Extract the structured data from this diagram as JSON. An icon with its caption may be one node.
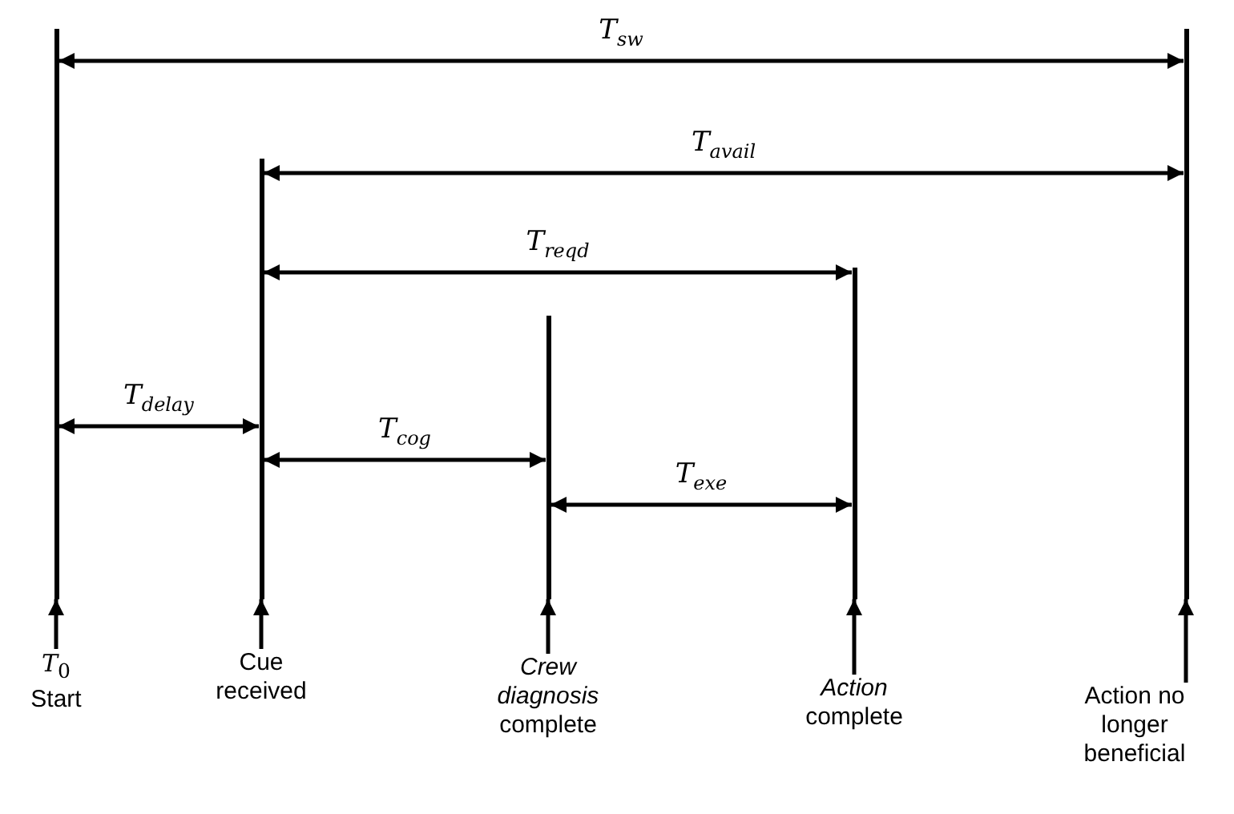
{
  "diagram": {
    "nodes": [
      {
        "text": [],
        "shape": "bar"
      },
      {
        "text": [],
        "shape": "bar"
      },
      {
        "text": [],
        "shape": "bar"
      },
      {
        "text": [],
        "shape": "bar"
      },
      {
        "text": [],
        "shape": "bar"
      },
      {
        "text": [
          "*T*$_{0}$",
          "Start"
        ]
      },
      {
        "text": [
          "Cue received"
        ]
      },
      {
        "text": [
          "*Crew diagnosis* complete"
        ]
      },
      {
        "text": [
          "*Action* complete"
        ]
      },
      {
        "text": [
          "Action no longer beneficial"
        ]
      }
    ],
    "edges": [
      {
        "from": 5,
        "to": 0,
        "arrow": "to"
      },
      {
        "from": 6,
        "to": 1,
        "arrow": "to"
      },
      {
        "from": 7,
        "to": 2,
        "arrow": "to"
      },
      {
        "from": 8,
        "to": 3,
        "arrow": "to"
      },
      {
        "from": 9,
        "to": 4,
        "arrow": "to"
      },
      {
        "from": 0,
        "to": 4,
        "arrow": "both",
        "label": "T$_{sw}$"
      },
      {
        "from": 1,
        "to": 4,
        "arrow": "both",
        "label": "T$_{avail}$"
      },
      {
        "from": 1,
        "to": 3,
        "arrow": "both",
        "label": "T$_{reqd}$"
      },
      {
        "from": 0,
        "to": 1,
        "arrow": "both",
        "label": "T$_{delay}$"
      },
      {
        "from": 1,
        "to": 2,
        "arrow": "both",
        "label": "T$_{cog}$"
      },
      {
        "from": 2,
        "to": 3,
        "arrow": "both",
        "label": "T$_{exe}$"
      }
    ]
  }
}
